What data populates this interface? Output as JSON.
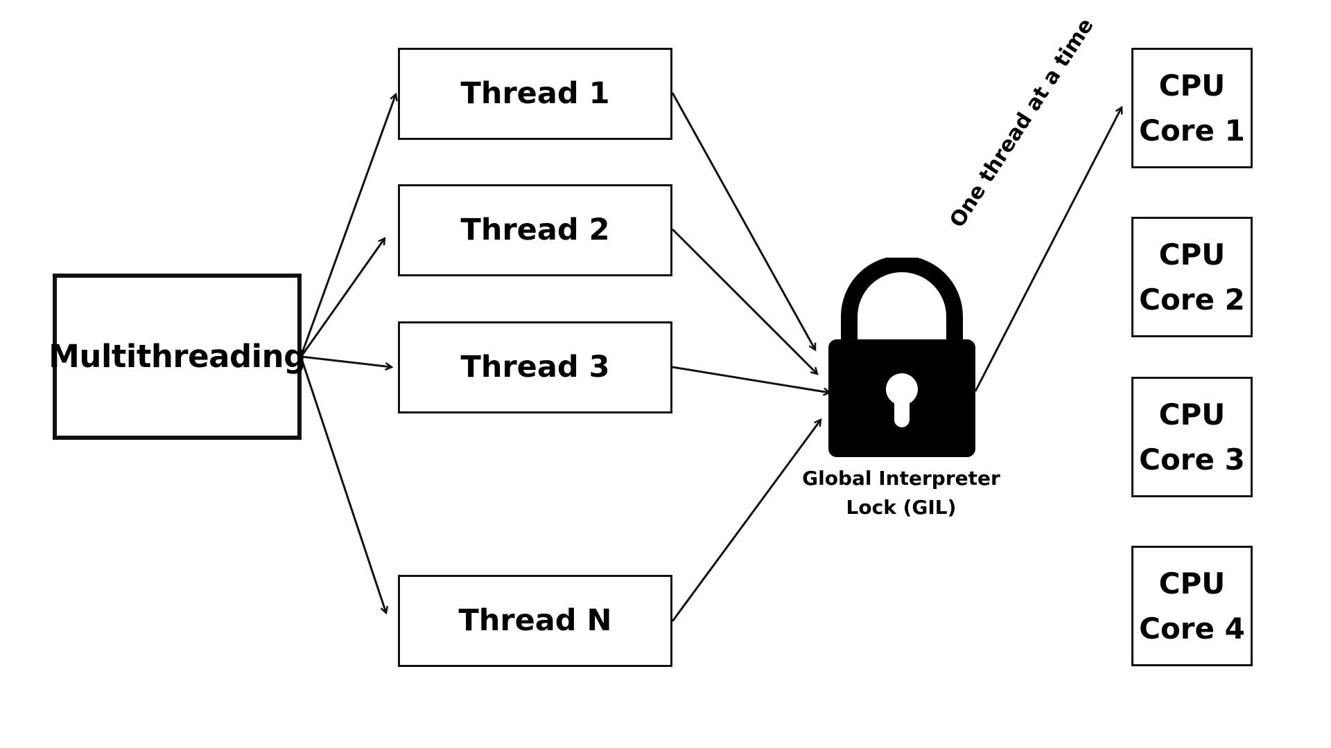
{
  "source": {
    "label": "Multithreading"
  },
  "threads": [
    {
      "label": "Thread 1"
    },
    {
      "label": "Thread 2"
    },
    {
      "label": "Thread 3"
    },
    {
      "label": "Thread N"
    }
  ],
  "lock": {
    "icon": "padlock-icon",
    "label": "Global Interpreter\nLock (GIL)"
  },
  "output_arrow_label": "One thread at a time",
  "cores": [
    {
      "label": "CPU\nCore 1"
    },
    {
      "label": "CPU\nCore 2"
    },
    {
      "label": "CPU\nCore 3"
    },
    {
      "label": "CPU\nCore 4"
    }
  ],
  "colors": {
    "stroke": "#111111",
    "fill": "#000000",
    "background": "#ffffff"
  }
}
